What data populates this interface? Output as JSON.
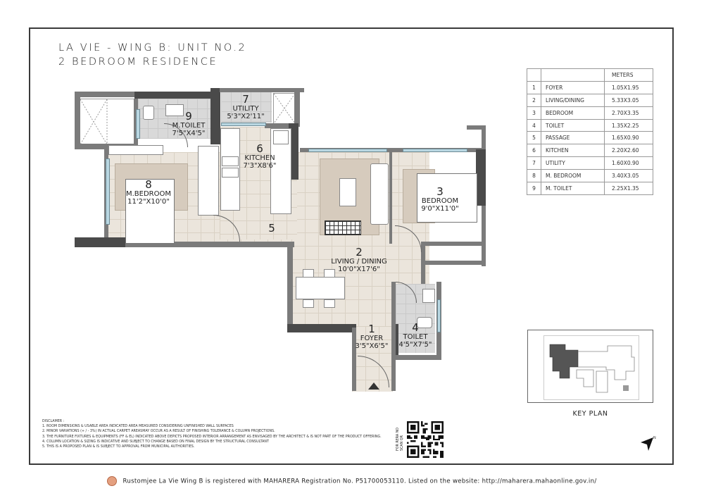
{
  "header": {
    "title_line1": "LA VIE - WING B: UNIT NO.2",
    "title_line2": "2 BEDROOM RESIDENCE"
  },
  "rooms": [
    {
      "no": "1",
      "name": "FOYER",
      "size_imperial": "3'5\"X6'5\""
    },
    {
      "no": "2",
      "name": "LIVING / DINING",
      "size_imperial": "10'0\"X17'6\""
    },
    {
      "no": "3",
      "name": "BEDROOM",
      "size_imperial": "9'0\"X11'0\""
    },
    {
      "no": "4",
      "name": "TOILET",
      "size_imperial": "4'5\"X7'5\""
    },
    {
      "no": "5",
      "name": "",
      "size_imperial": ""
    },
    {
      "no": "6",
      "name": "KITCHEN",
      "size_imperial": "7'3\"X8'6\""
    },
    {
      "no": "7",
      "name": "UTILITY",
      "size_imperial": "5'3\"X2'11\""
    },
    {
      "no": "8",
      "name": "M.BEDROOM",
      "size_imperial": "11'2\"X10'0\""
    },
    {
      "no": "9",
      "name": "M.TOILET",
      "size_imperial": "7'5\"X4'5\""
    }
  ],
  "area_table": {
    "header": {
      "col1": "",
      "col2": "",
      "col3": "METERS"
    },
    "rows": [
      {
        "no": "1",
        "room": "FOYER",
        "meters": "1.05X1.95"
      },
      {
        "no": "2",
        "room": "LIVING/DINING",
        "meters": "5.33X3.05"
      },
      {
        "no": "3",
        "room": "BEDROOM",
        "meters": "2.70X3.35"
      },
      {
        "no": "4",
        "room": "TOILET",
        "meters": "1.35X2.25"
      },
      {
        "no": "5",
        "room": "PASSAGE",
        "meters": "1.65X0.90"
      },
      {
        "no": "6",
        "room": "KITCHEN",
        "meters": "2.20X2.60"
      },
      {
        "no": "7",
        "room": "UTILITY",
        "meters": "1.60X0.90"
      },
      {
        "no": "8",
        "room": "M. BEDROOM",
        "meters": "3.40X3.05"
      },
      {
        "no": "9",
        "room": "M. TOILET",
        "meters": "2.25X1.35"
      }
    ]
  },
  "key_plan": {
    "label": "KEY PLAN"
  },
  "disclaimer": {
    "heading": "DISCLAMER :",
    "items": [
      "1. ROOM DIMENSIONS & USABLE AREA INDICATED AREA MEASURED CONSIDERING UNFINISHED WALL SURFACES",
      "2. MINOR VARIATIONS (+ / - 3%) IN ACTUAL CARPET AREASMAY OCCUR AS A RESULT OF FINISHING TOLERANCE & COLUMN PROJECTIONS.",
      "3. THE FURNITURE FIXTURES & EQUIPMENTS (FF & EL) INDICATED ABOVE DEPICTS PROPOSED INTERIOR ARRANGEMENT AS ENVISAGED BY THE ARCHITECT & IS NOT PART OF THE  PRODUCT OFFERING.",
      "4. COLUMN LOCATION & SIZING IS INDICATIVE AND SUBJECT TO CHANGE BASED ON FINAL DESIGN BY THE STRUCTURAL CONSULTANT",
      "5. THIS IS A PROPOSED PLAN & IS SUBJECT TO APPROVAL FROM MUNICIPAL AUTHORITIES."
    ]
  },
  "qr": {
    "label_line1": "FOR RERA NO",
    "label_line2": "SCAN QR"
  },
  "footer": {
    "text": "Rustomjee La Vie Wing B is registered with MAHARERA Registration No. P51700053110. Listed on the website: http://maharera.mahaonline.gov.in/"
  },
  "colors": {
    "wall": "#7b7b7b",
    "wall_dark": "#4a4a4a",
    "floor_tile": "#ebe5dc",
    "wet_tile": "#d9d9d9",
    "rug": "#d6cbbd",
    "window": "#b9d7e2",
    "key_plan_highlight": "#555555"
  }
}
